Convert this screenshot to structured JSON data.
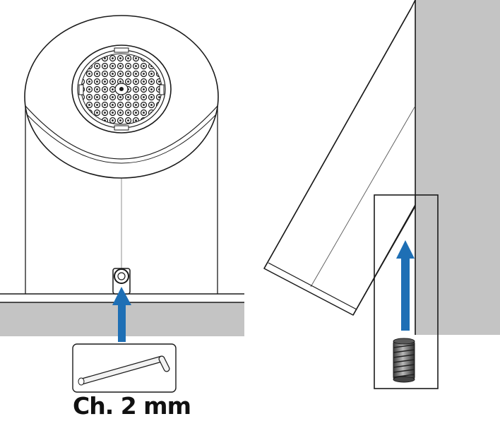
{
  "tool": {
    "label": "Ch. 2 mm",
    "icon": "hex-key-icon"
  },
  "colors": {
    "arrow": "#1e6fb5",
    "wall": "#c4c4c4",
    "line": "#1a1a1a"
  },
  "panels": [
    {
      "view": "front",
      "icon": "shower-head-icon"
    },
    {
      "view": "side",
      "icon": "grub-screw-icon"
    }
  ]
}
